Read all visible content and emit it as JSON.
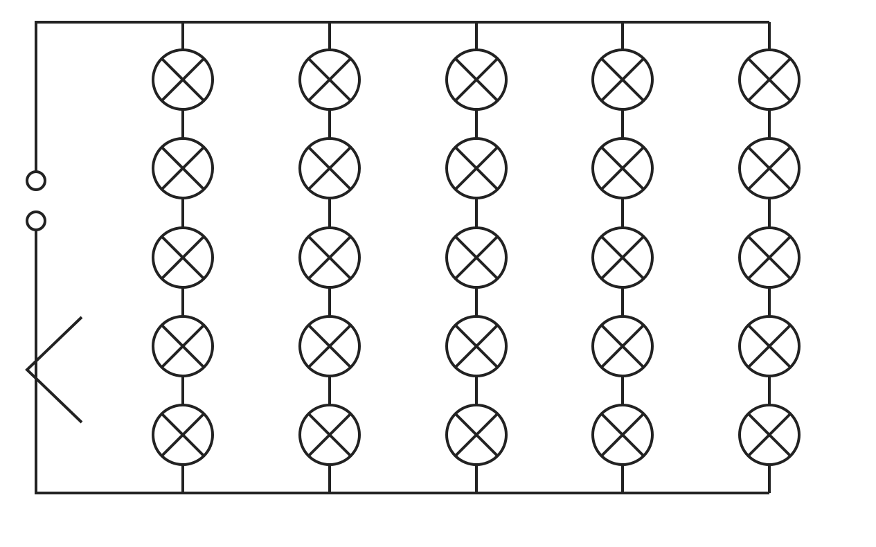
{
  "diagram": {
    "type": "circuit",
    "description_visible_text": "",
    "colors": {
      "line": "#222222",
      "background": "#ffffff"
    },
    "components": {
      "lamp_columns": 5,
      "lamps_per_column": 5,
      "lamp_symbol": "lamp-cross-circle-icon",
      "terminal_count": 2,
      "switch_symbol": "switch-icon"
    }
  }
}
